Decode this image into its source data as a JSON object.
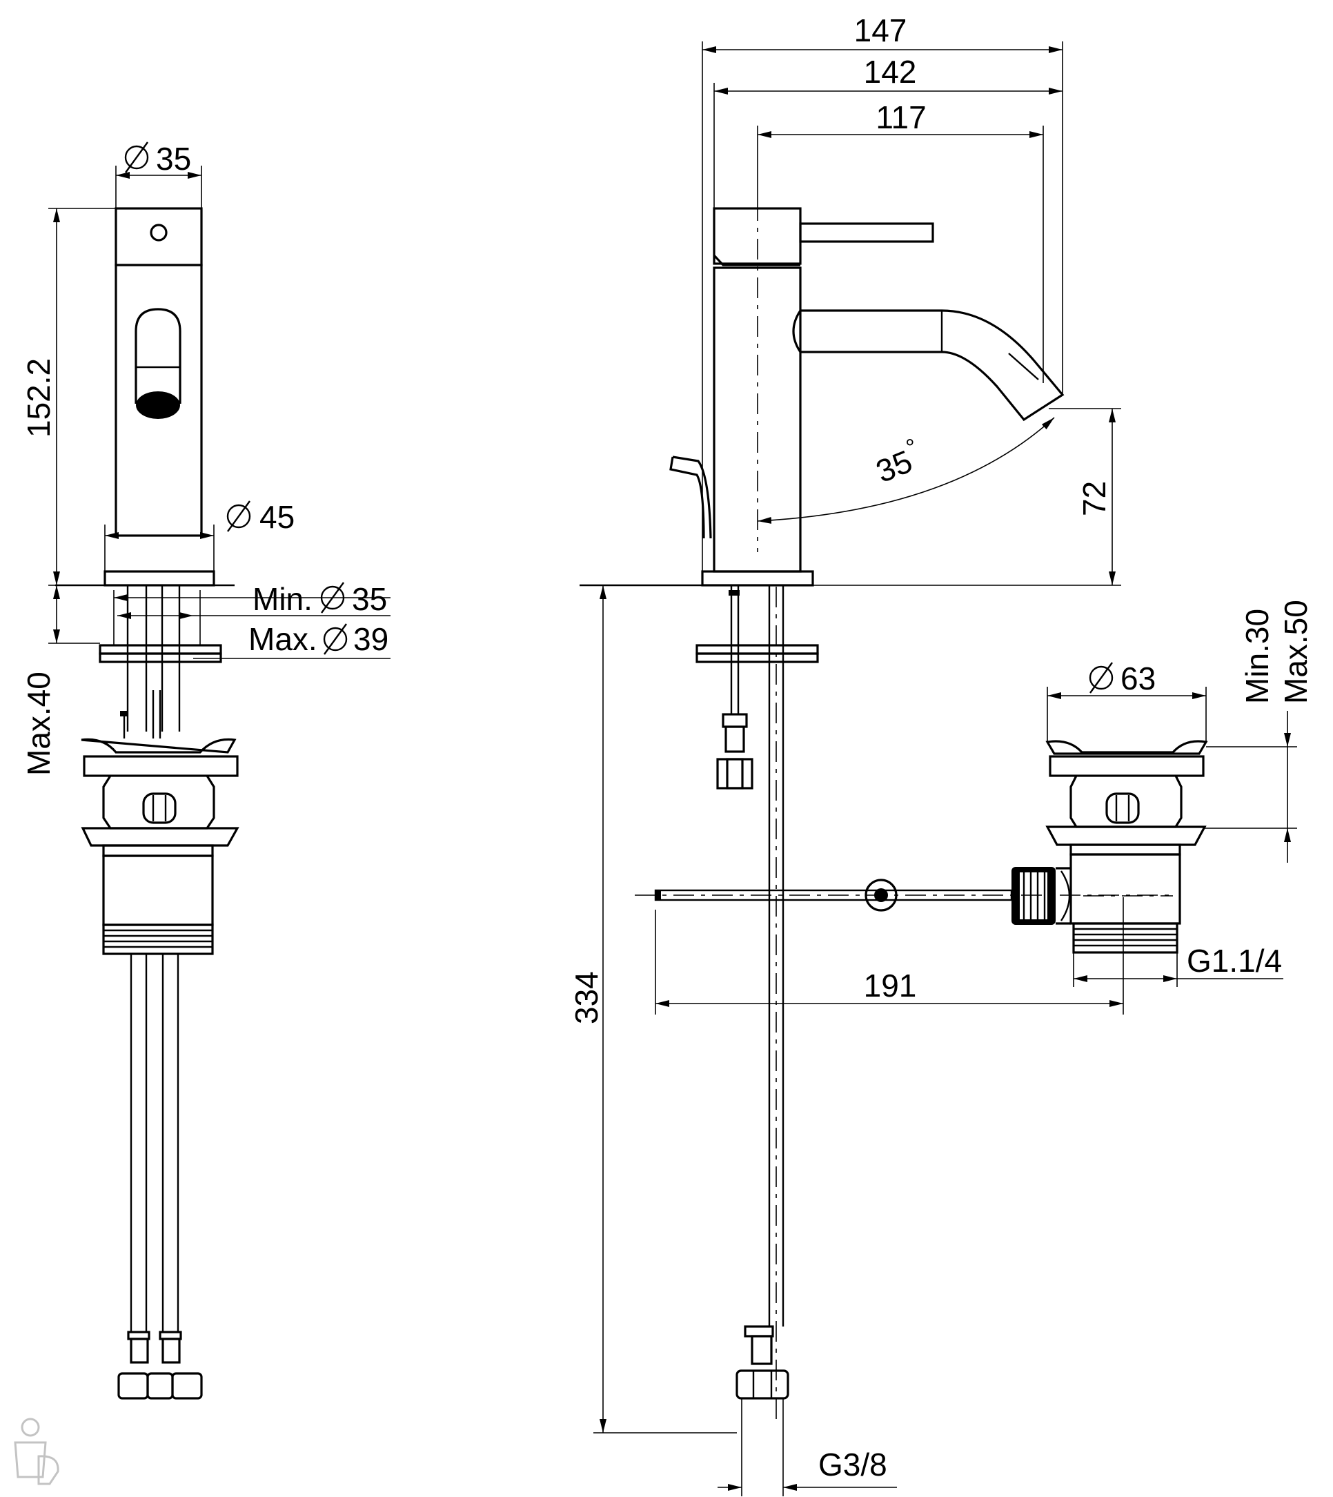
{
  "colors": {
    "ink": "#000000",
    "paper": "#ffffff"
  },
  "front_view": {
    "diameter_body": "35",
    "body_height": "152.2",
    "diameter_base": "45",
    "hole_min": "Min.",
    "hole_min_value": "35",
    "hole_max": "Max.",
    "hole_max_value": "39",
    "deck_thickness": "Max.40"
  },
  "side_view": {
    "overall_length": "147",
    "spout_length": "142",
    "spout_reach": "117",
    "angle": "35",
    "angle_unit": "°",
    "outlet_height": "72",
    "total_height": "334",
    "inlet_thread": "G3/8"
  },
  "waste_view": {
    "plug_diameter": "63",
    "min_thickness": "Min.30",
    "max_thickness": "Max.50",
    "rod_length": "191",
    "waste_thread": "G1.1/4"
  },
  "icons": {
    "logo": "plumber-logo-icon",
    "arrowhead": "arrowhead-icon",
    "diameter": "diameter-symbol-icon"
  }
}
